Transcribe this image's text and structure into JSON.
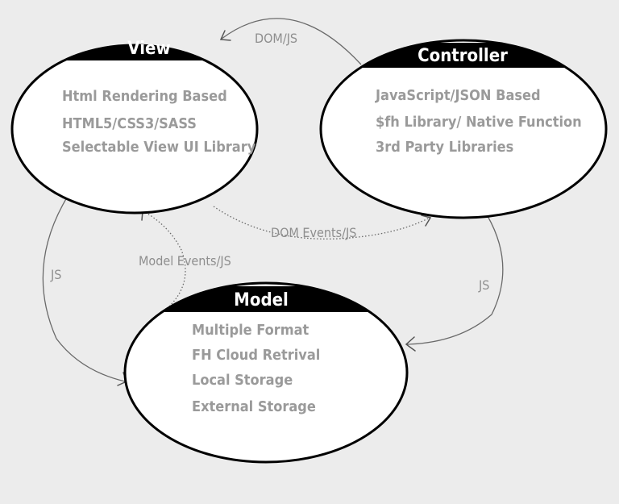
{
  "colors": {
    "background": "#ececec",
    "ellipse_fill": "#ffffff",
    "ellipse_stroke": "#000000",
    "header_fill": "#000000",
    "title_text": "#ffffff",
    "item_text": "#9a9a9a",
    "edge_stroke": "#6a6a6a",
    "edge_label": "#8e8e8e"
  },
  "nodes": {
    "view": {
      "title": "View",
      "items": [
        "Html Rendering Based",
        "HTML5/CSS3/SASS",
        "Selectable View UI Library"
      ]
    },
    "controller": {
      "title": "Controller",
      "items": [
        "JavaScript/JSON Based",
        "$fh Library/ Native Function",
        "3rd Party Libraries"
      ]
    },
    "model": {
      "title": "Model",
      "items": [
        "Multiple Format",
        "FH Cloud Retrival",
        "Local Storage",
        "External Storage"
      ]
    }
  },
  "edges": {
    "controller_to_view": {
      "label": "DOM/JS",
      "style": "solid"
    },
    "view_to_controller": {
      "label": "DOM Events/JS",
      "style": "dotted"
    },
    "view_to_model": {
      "label": "JS",
      "style": "solid"
    },
    "model_to_view": {
      "label": "Model Events/JS",
      "style": "dotted"
    },
    "controller_to_model": {
      "label": "JS",
      "style": "solid"
    }
  }
}
